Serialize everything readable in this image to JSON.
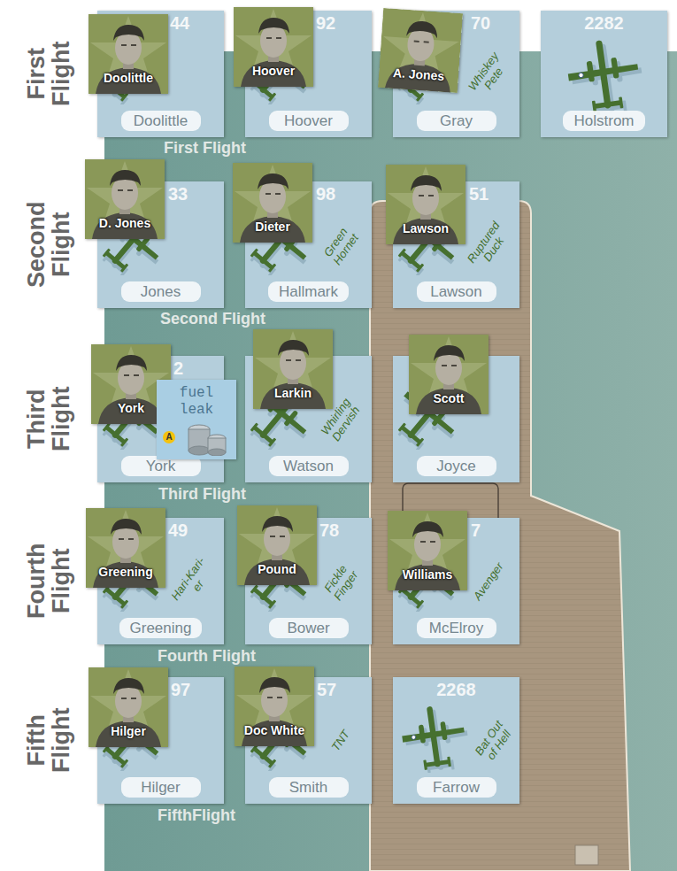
{
  "diagram": {
    "nodes": [
      {
        "text": [
          "44",
          "Doolittle"
        ]
      },
      {
        "text": [
          "Doolittle"
        ]
      },
      {
        "text": [
          "92",
          "Hoover"
        ]
      },
      {
        "text": [
          "Hoover"
        ]
      },
      {
        "text": [
          "70",
          "Whiskey Pete",
          "Gray"
        ]
      },
      {
        "text": [
          "A. Jones"
        ]
      },
      {
        "text": [
          "2282",
          "Holstrom"
        ]
      },
      {
        "text": [
          "33",
          "Jones"
        ]
      },
      {
        "text": [
          "D. Jones"
        ]
      },
      {
        "text": [
          "98",
          "Green Hornet",
          "Hallmark"
        ]
      },
      {
        "text": [
          "Dieter"
        ]
      },
      {
        "text": [
          "51",
          "Ruptured Duck",
          "Lawson"
        ]
      },
      {
        "text": [
          "Lawson"
        ]
      },
      {
        "text": [
          "2",
          "York"
        ]
      },
      {
        "text": [
          "York"
        ]
      },
      {
        "text": [
          "fuel leak",
          "A"
        ]
      },
      {
        "text": [
          "Whirling Dervish",
          "Watson"
        ]
      },
      {
        "text": [
          "Larkin"
        ]
      },
      {
        "text": [
          "Joyce"
        ]
      },
      {
        "text": [
          "Scott"
        ]
      },
      {
        "text": [
          "49",
          "Hari-Kari-er",
          "Greening"
        ]
      },
      {
        "text": [
          "Greening"
        ]
      },
      {
        "text": [
          "78",
          "Fickle Finger",
          "Bower"
        ]
      },
      {
        "text": [
          "Pound"
        ]
      },
      {
        "text": [
          "7",
          "Avenger",
          "McElroy"
        ]
      },
      {
        "text": [
          "Williams"
        ]
      },
      {
        "text": [
          "97",
          "Hilger"
        ]
      },
      {
        "text": [
          "Hilger"
        ]
      },
      {
        "text": [
          "57",
          "TNT",
          "Smith"
        ]
      },
      {
        "text": [
          "Doc White"
        ]
      },
      {
        "text": [
          "2268",
          "Bat Out of Hell",
          "Farrow"
        ]
      }
    ],
    "labels": [
      "First Flight",
      "Second Flight",
      "Third Flight",
      "Fourth Flight",
      "Fifth Flight",
      "First Flight",
      "Second Flight",
      "Third Flight",
      "Fourth Flight",
      "FifthFlight"
    ]
  }
}
